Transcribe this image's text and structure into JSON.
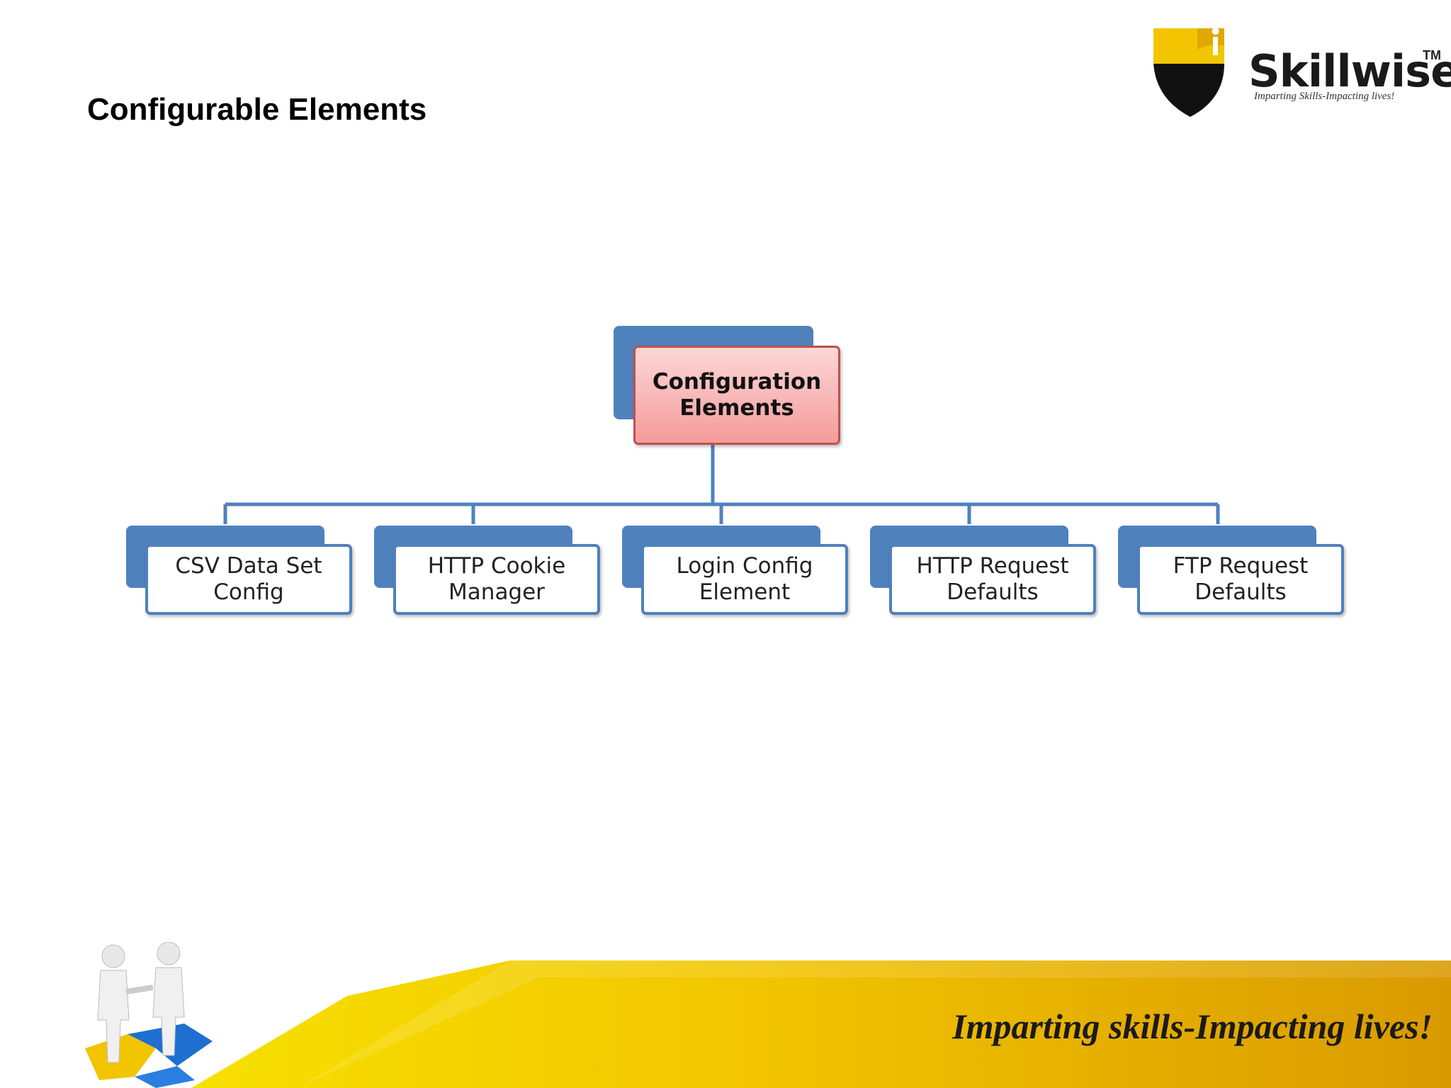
{
  "slide": {
    "title": "Configurable Elements"
  },
  "logo": {
    "wordmark": "Skillwise",
    "trademark": "TM",
    "tagline": "Imparting Skills-Impacting lives!"
  },
  "diagram": {
    "root": {
      "label": "Configuration\nElements"
    },
    "children": [
      {
        "label": "CSV Data Set\nConfig"
      },
      {
        "label": "HTTP Cookie\nManager"
      },
      {
        "label": "Login Config\nElement"
      },
      {
        "label": "HTTP Request\nDefaults"
      },
      {
        "label": "FTP Request\nDefaults"
      }
    ]
  },
  "footer": {
    "tagline": "Imparting skills-Impacting lives!"
  },
  "colors": {
    "accent": "#4f81bd",
    "root_fill": "#f59b9b",
    "root_border": "#c0504d",
    "footer_gold": "#f2c500"
  }
}
